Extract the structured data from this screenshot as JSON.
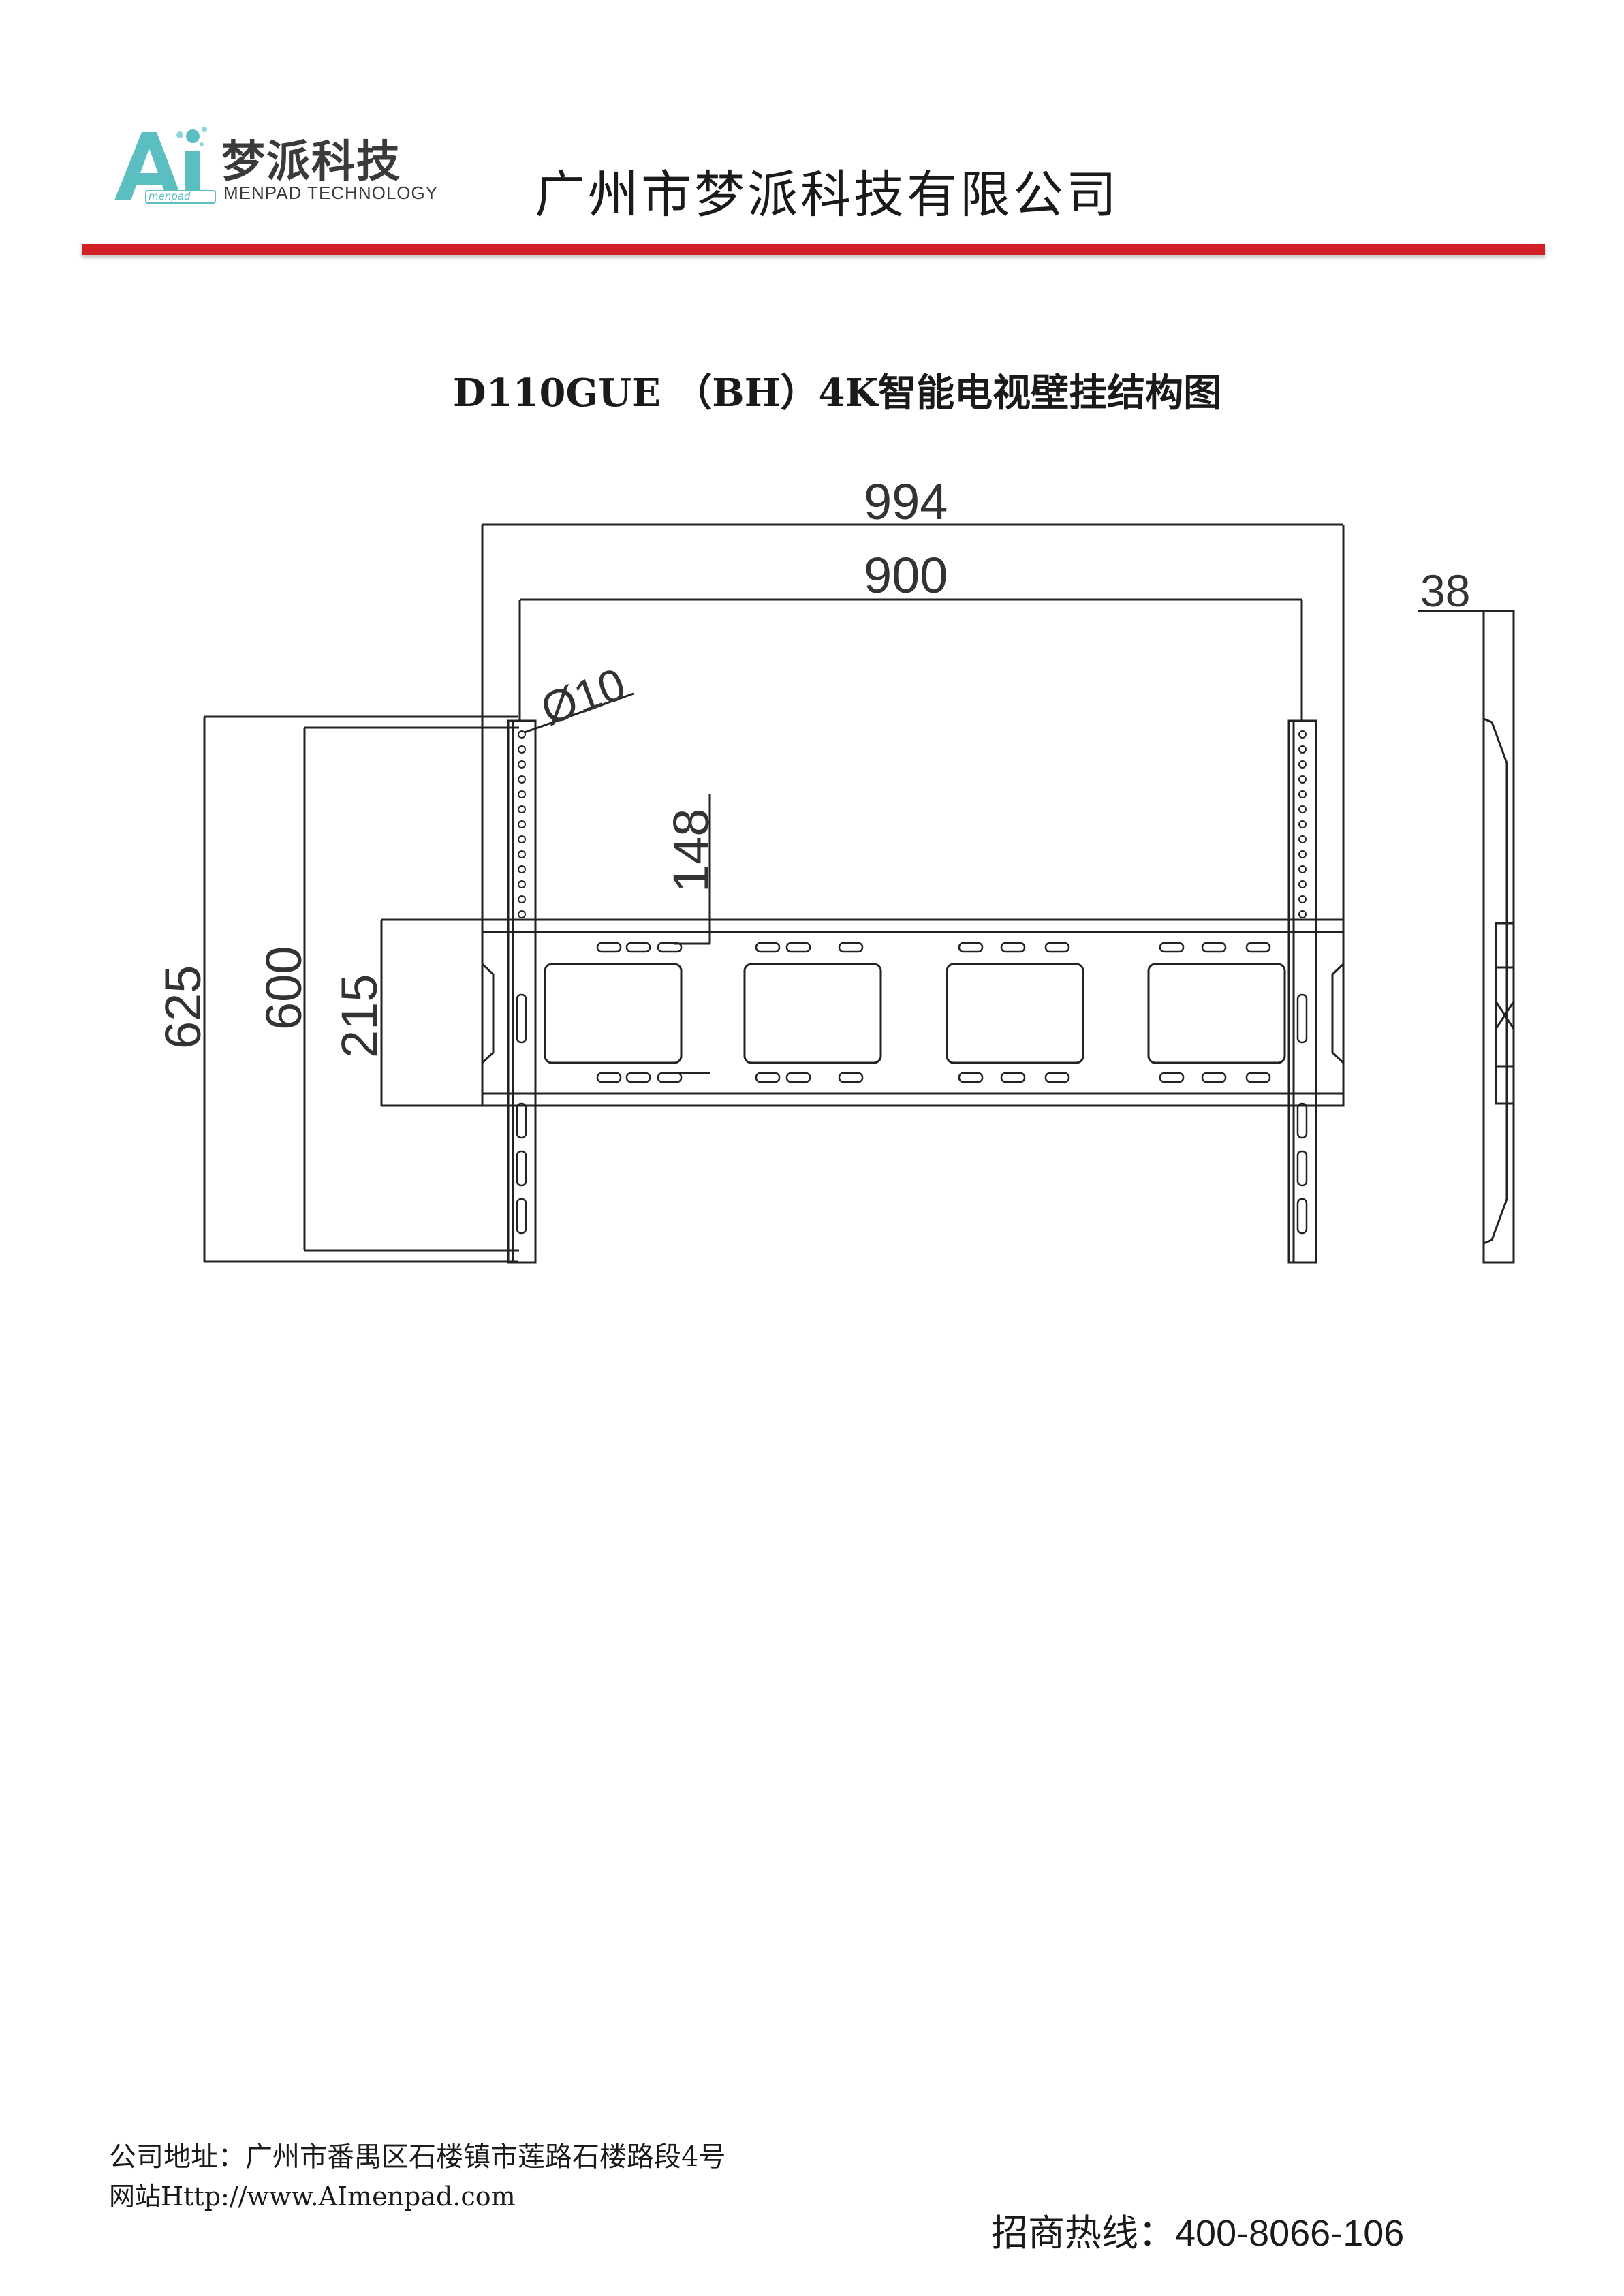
{
  "header": {
    "logo_mark": "Ai",
    "logo_sub": "menpad",
    "logo_cn": "梦派科技",
    "logo_en": "MENPAD TECHNOLOGY",
    "company": "广州市梦派科技有限公司",
    "accent_color": "#d11f26",
    "logo_color": "#5bbfc2"
  },
  "title": "D110GUE （BH）4K智能电视壁挂结构图",
  "dimensions": {
    "d994": "994",
    "d900": "900",
    "d10": "Ø10",
    "d148": "148",
    "d625": "625",
    "d600": "600",
    "d215": "215",
    "d38": "38"
  },
  "footer": {
    "address_label": "公司地址：",
    "address": "广州市番禺区石楼镇市莲路石楼路段4号",
    "web_label": "网站",
    "web": "Http://www.AImenpad.com",
    "hotline_label": "招商热线：",
    "hotline": "400-8066-106"
  }
}
